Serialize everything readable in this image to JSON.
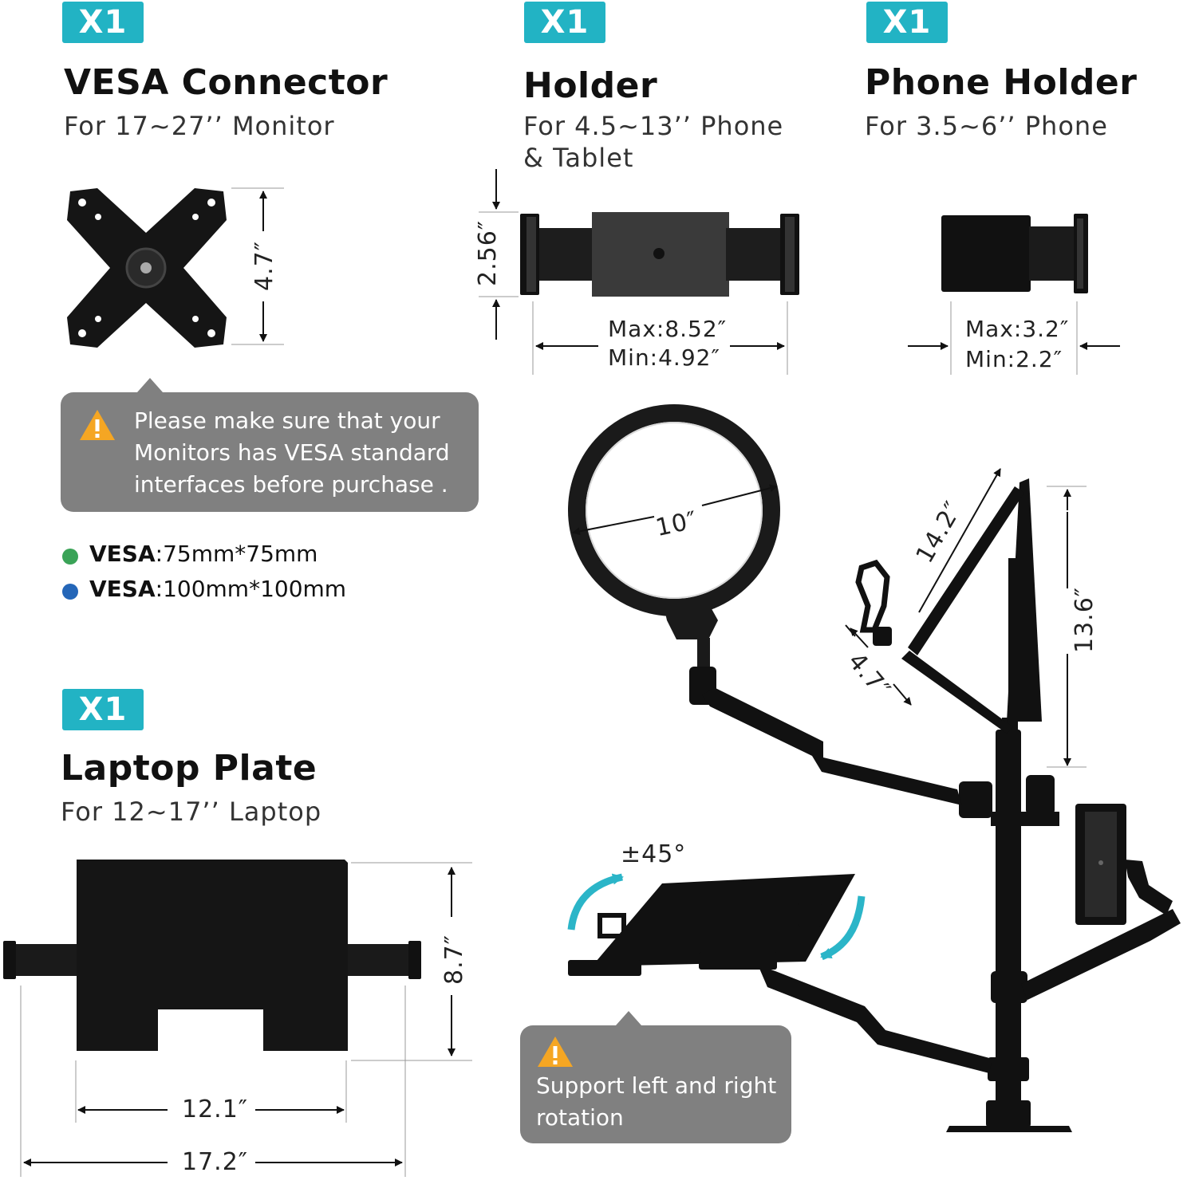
{
  "vesa": {
    "badge": "X1",
    "title": "VESA Connector",
    "subtitle": "For 17~27’’ Monitor",
    "height": "4.7″"
  },
  "holder": {
    "badge": "X1",
    "title": "Holder",
    "subtitle_line1": "For 4.5~13’’ Phone",
    "subtitle_line2": "& Tablet",
    "height": "2.56″",
    "max": "Max:8.52″",
    "min": "Min:4.92″"
  },
  "phone": {
    "badge": "X1",
    "title": "Phone Holder",
    "subtitle": "For 3.5~6’’ Phone",
    "max": "Max:3.2″",
    "min": "Min:2.2″"
  },
  "warning_vesa": {
    "line1": "Please make sure that your",
    "line2": "Monitors has VESA standard",
    "line3": "interfaces before purchase ."
  },
  "vesa_specs": [
    {
      "label": "VESA",
      "value": ":75mm*75mm",
      "color": "#3aa357"
    },
    {
      "label": "VESA",
      "value": ":100mm*100mm",
      "color": "#2466b8"
    }
  ],
  "laptop": {
    "badge": "X1",
    "title": "Laptop Plate",
    "subtitle": "For 12~17’’ Laptop",
    "height": "8.7″",
    "width_inner": "12.1″",
    "width_outer": "17.2″"
  },
  "stand": {
    "ring": "10″",
    "arm": "14.2″",
    "mic": "4.7″",
    "pole": "13.6″",
    "rotation": "±45°"
  },
  "warning_rotation": {
    "line1": "Support left and right",
    "line2": "rotation"
  },
  "colors": {
    "accent": "#22b3c4",
    "note_bg": "#808080",
    "warning": "#f5a623"
  }
}
